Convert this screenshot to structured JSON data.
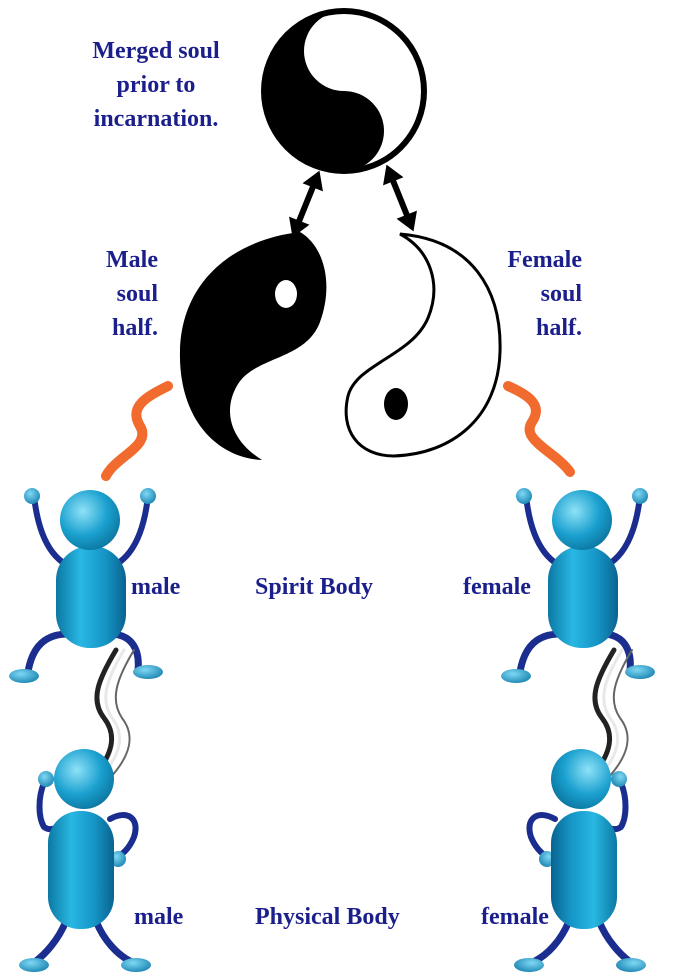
{
  "merged_label": [
    "Merged soul",
    "prior to",
    "incarnation."
  ],
  "male_half_label": [
    "Male",
    "soul",
    "half."
  ],
  "female_half_label": [
    "Female",
    "soul",
    "half."
  ],
  "spirit_row": {
    "left": "male",
    "center": "Spirit Body",
    "right": "female"
  },
  "physical_row": {
    "left": "male",
    "center": "Physical Body",
    "right": "female"
  },
  "colors": {
    "text": "#1b1f8c",
    "figure_body": "#1aa0cf",
    "figure_limbs": "#1b2d8f",
    "spirit_cord": "#f26b2e",
    "symbol": "#000000"
  }
}
